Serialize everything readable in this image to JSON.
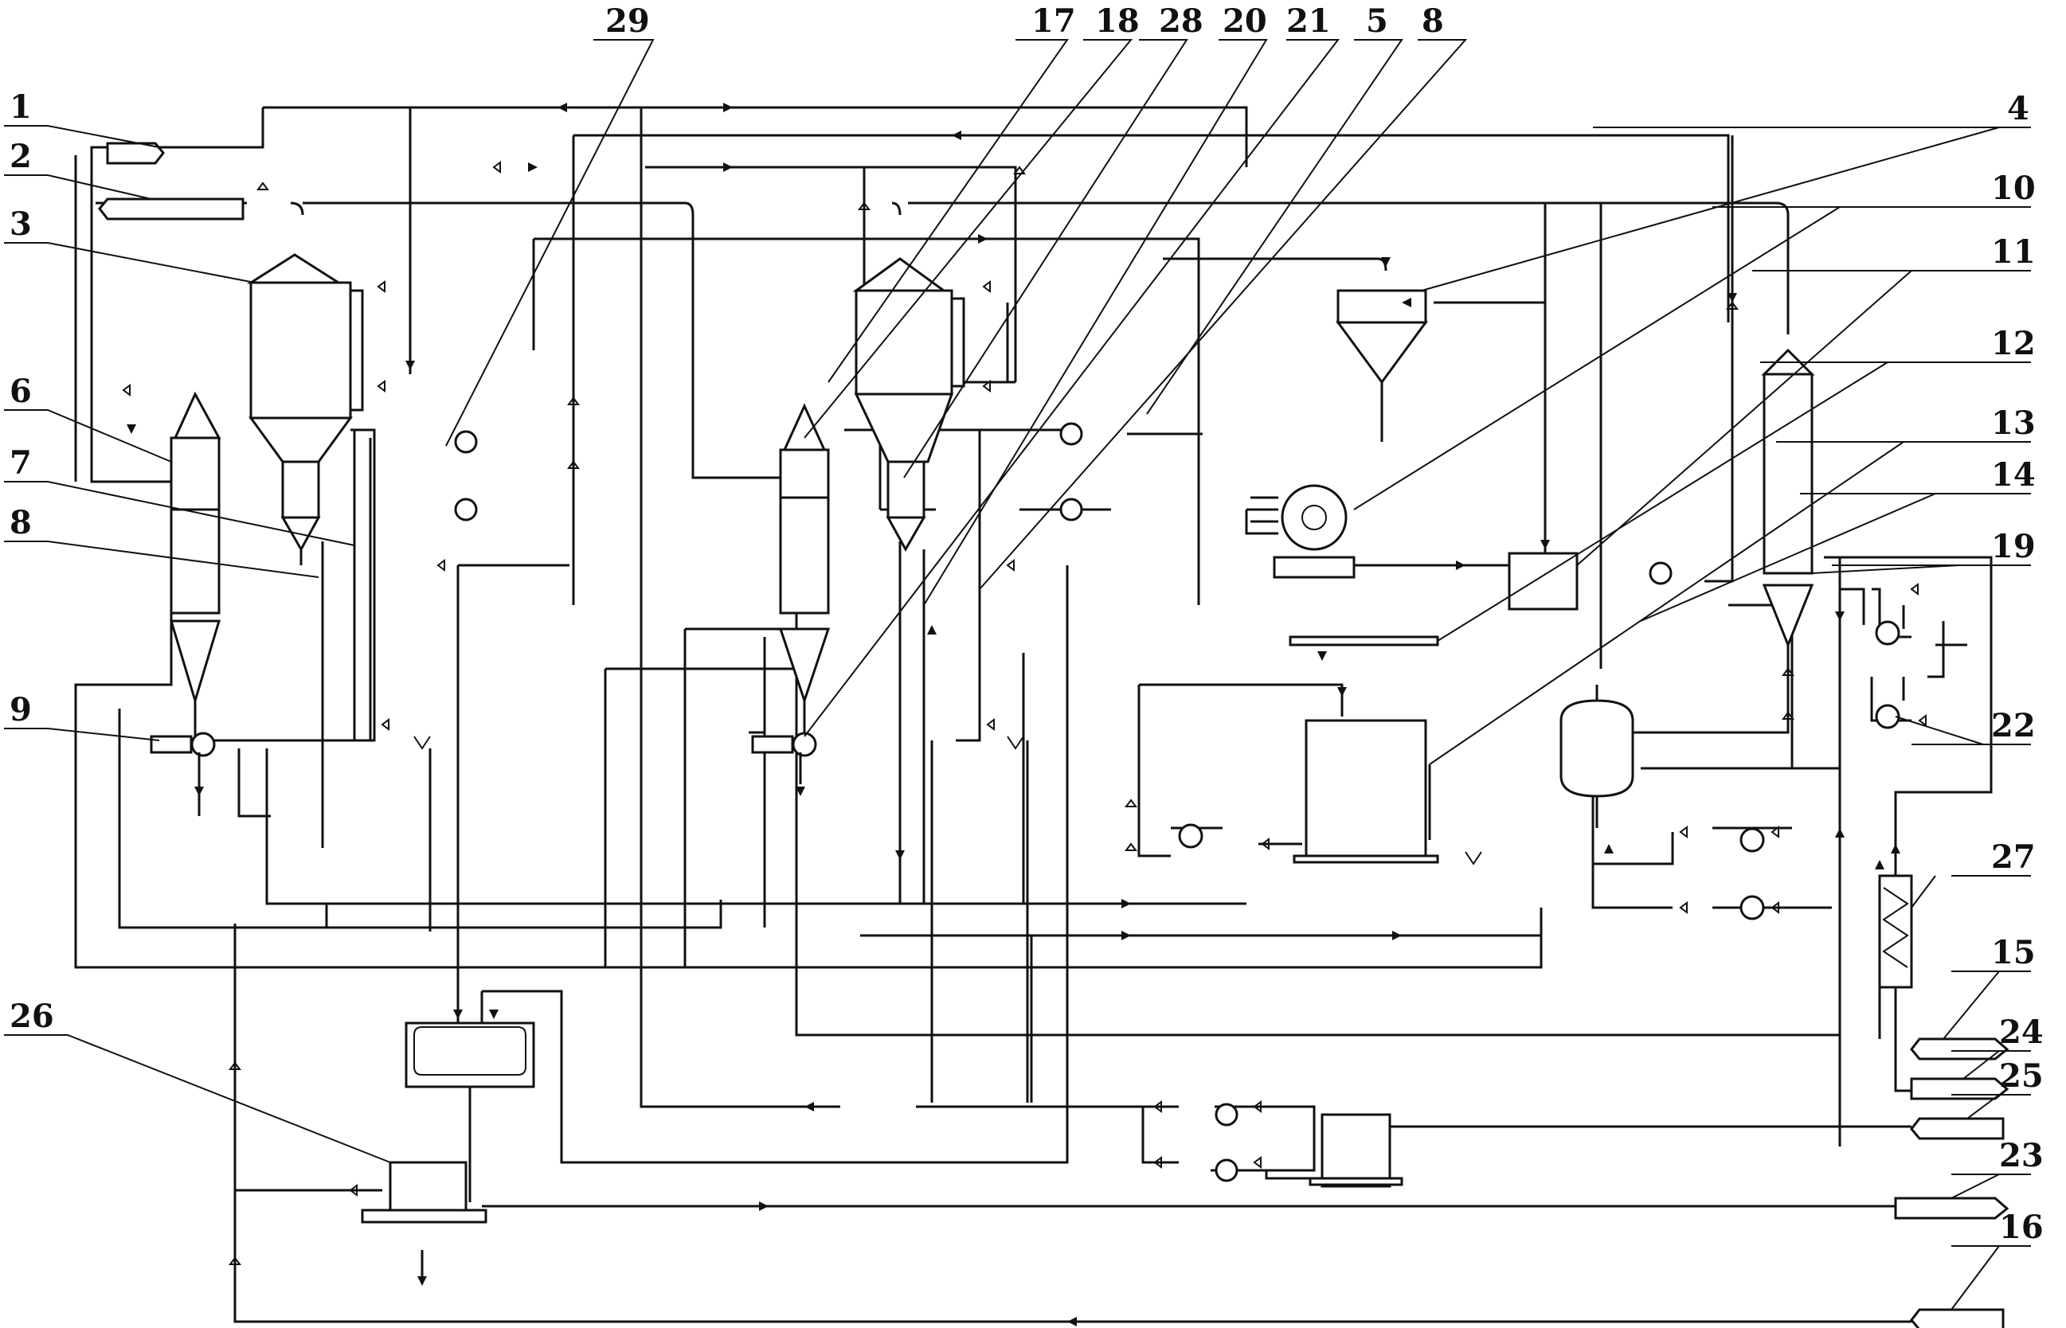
{
  "labels": [
    {
      "id": "1",
      "text": "1"
    },
    {
      "id": "2",
      "text": "2"
    },
    {
      "id": "3",
      "text": "3"
    },
    {
      "id": "4",
      "text": "4"
    },
    {
      "id": "5",
      "text": "5"
    },
    {
      "id": "6",
      "text": "6"
    },
    {
      "id": "7",
      "text": "7"
    },
    {
      "id": "8a",
      "text": "8"
    },
    {
      "id": "8b",
      "text": "8"
    },
    {
      "id": "9",
      "text": "9"
    },
    {
      "id": "10",
      "text": "10"
    },
    {
      "id": "11",
      "text": "11"
    },
    {
      "id": "12",
      "text": "12"
    },
    {
      "id": "13",
      "text": "13"
    },
    {
      "id": "14",
      "text": "14"
    },
    {
      "id": "15",
      "text": "15"
    },
    {
      "id": "16",
      "text": "16"
    },
    {
      "id": "17",
      "text": "17"
    },
    {
      "id": "18",
      "text": "18"
    },
    {
      "id": "19",
      "text": "19"
    },
    {
      "id": "20",
      "text": "20"
    },
    {
      "id": "21",
      "text": "21"
    },
    {
      "id": "22",
      "text": "22"
    },
    {
      "id": "23",
      "text": "23"
    },
    {
      "id": "24",
      "text": "24"
    },
    {
      "id": "25",
      "text": "25"
    },
    {
      "id": "26",
      "text": "26"
    },
    {
      "id": "27",
      "text": "27"
    },
    {
      "id": "28",
      "text": "28"
    },
    {
      "id": "29",
      "text": "29"
    }
  ]
}
